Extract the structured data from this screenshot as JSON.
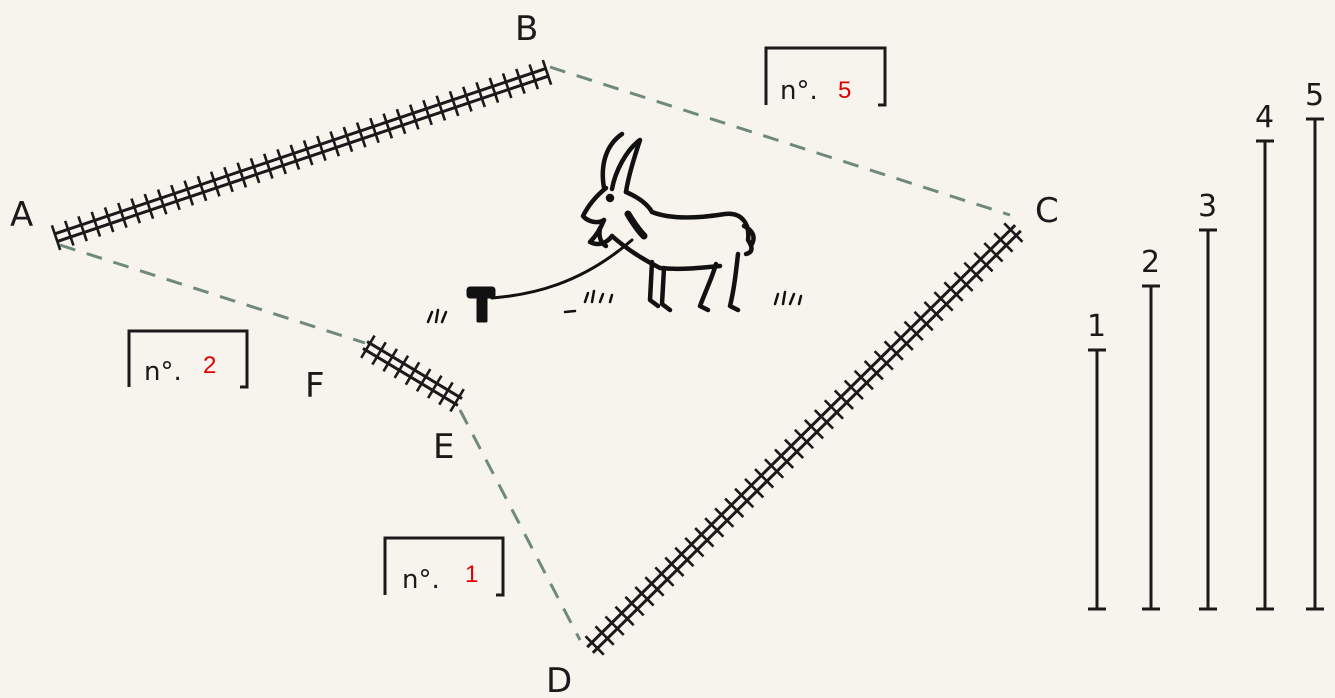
{
  "points": {
    "A": "A",
    "B": "B",
    "C": "C",
    "D": "D",
    "E": "E",
    "F": "F"
  },
  "boxes": [
    {
      "prefix": "n°.",
      "value": "5"
    },
    {
      "prefix": "n°.",
      "value": "2"
    },
    {
      "prefix": "n°.",
      "value": "1"
    }
  ],
  "segment_numbers": [
    "1",
    "2",
    "3",
    "4",
    "5"
  ],
  "colors": {
    "ink": "#1a1a1a",
    "dashed": "#6f8a7a",
    "answer": "#e00000",
    "paper": "#f7f4ee"
  },
  "icons": {
    "goat": "goat-icon",
    "stake": "stake-icon",
    "fence": "fence-icon"
  }
}
